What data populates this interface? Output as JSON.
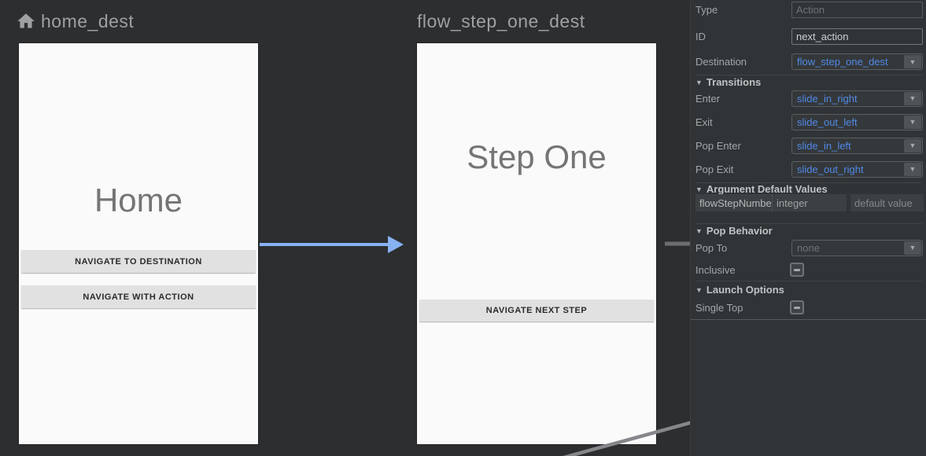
{
  "canvas": {
    "home": {
      "title": "home_dest",
      "screen_title": "Home",
      "button1": "NAVIGATE TO DESTINATION",
      "button2": "NAVIGATE WITH ACTION"
    },
    "step_one": {
      "title": "flow_step_one_dest",
      "screen_title": "Step One",
      "button1": "NAVIGATE NEXT STEP"
    }
  },
  "inspector": {
    "type_label": "Type",
    "type_placeholder": "Action",
    "id_label": "ID",
    "id_value": "next_action",
    "destination_label": "Destination",
    "destination_value": "flow_step_one_dest",
    "transitions": {
      "header": "Transitions",
      "enter_label": "Enter",
      "enter_value": "slide_in_right",
      "exit_label": "Exit",
      "exit_value": "slide_out_left",
      "pop_enter_label": "Pop Enter",
      "pop_enter_value": "slide_in_left",
      "pop_exit_label": "Pop Exit",
      "pop_exit_value": "slide_out_right"
    },
    "arguments": {
      "header": "Argument Default Values",
      "name": "flowStepNumber",
      "type": "integer",
      "default_placeholder": "default value"
    },
    "pop_behavior": {
      "header": "Pop Behavior",
      "pop_to_label": "Pop To",
      "pop_to_value": "none",
      "inclusive_label": "Inclusive"
    },
    "launch_options": {
      "header": "Launch Options",
      "single_top_label": "Single Top"
    }
  },
  "colors": {
    "canvas_bg": "#2c2e30",
    "panel_bg": "#303436",
    "accent_blue": "#5089e8",
    "arrow_blue": "#87b1f1",
    "screen_bg": "#fafafa"
  }
}
